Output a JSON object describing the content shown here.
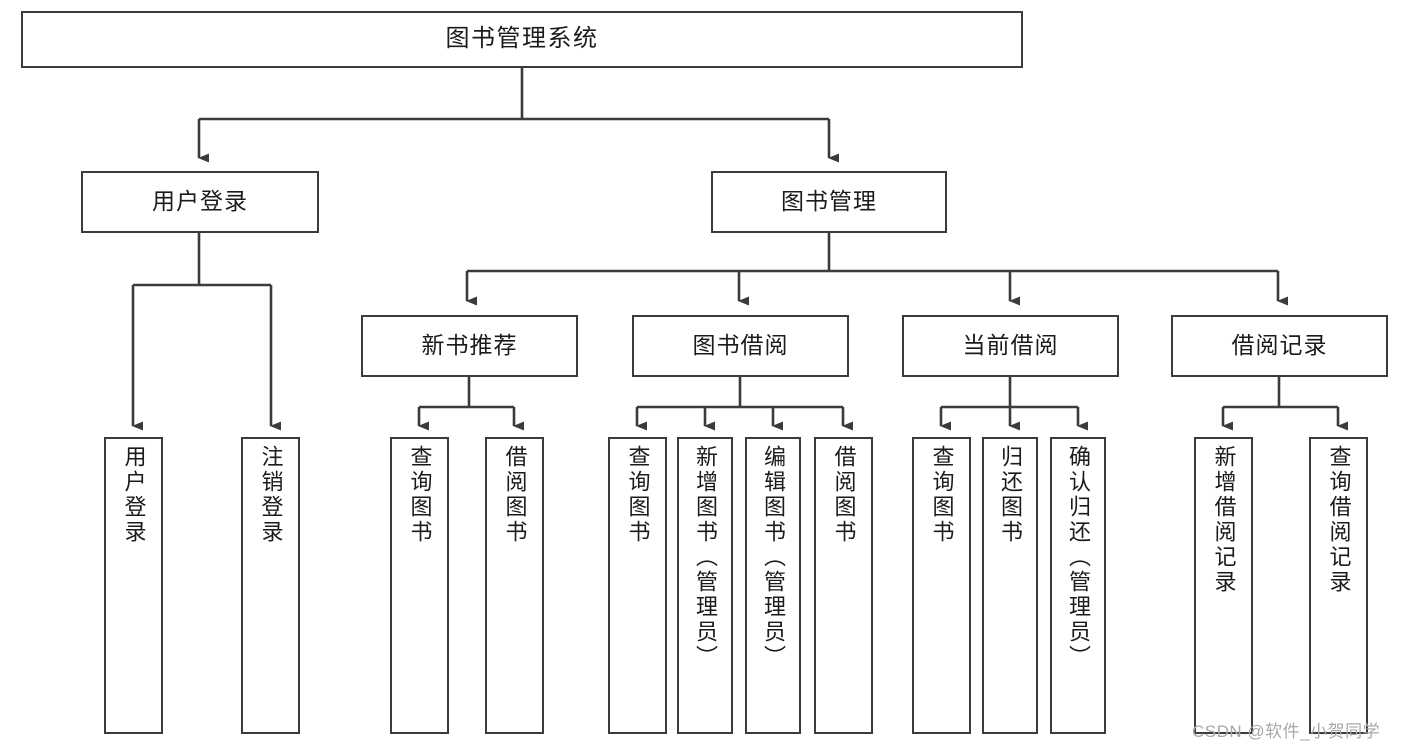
{
  "diagram": {
    "title": "图书管理系统",
    "type": "functional-structure-tree",
    "root": {
      "label": "图书管理系统"
    },
    "level1": [
      {
        "label": "用户登录"
      },
      {
        "label": "图书管理"
      }
    ],
    "level2": [
      {
        "label": "新书推荐"
      },
      {
        "label": "图书借阅"
      },
      {
        "label": "当前借阅"
      },
      {
        "label": "借阅记录"
      }
    ],
    "leaves": {
      "user_login": [
        {
          "label": "用户登录"
        },
        {
          "label": "注销登录"
        }
      ],
      "new_book_recommend": [
        {
          "label": "查询图书"
        },
        {
          "label": "借阅图书"
        }
      ],
      "book_borrow": [
        {
          "label": "查询图书"
        },
        {
          "label": "新增图书（管理员）"
        },
        {
          "label": "编辑图书（管理员）"
        },
        {
          "label": "借阅图书"
        }
      ],
      "current_borrow": [
        {
          "label": "查询图书"
        },
        {
          "label": "归还图书"
        },
        {
          "label": "确认归还（管理员）"
        }
      ],
      "borrow_records": [
        {
          "label": "新增借阅记录"
        },
        {
          "label": "查询借阅记录"
        }
      ]
    }
  },
  "watermark": {
    "text": "CSDN @软件_小贺同学"
  },
  "colors": {
    "stroke": "#3b3b3b",
    "background": "#ffffff",
    "text": "#1b1b1b",
    "watermark": "#a8a8a8"
  }
}
